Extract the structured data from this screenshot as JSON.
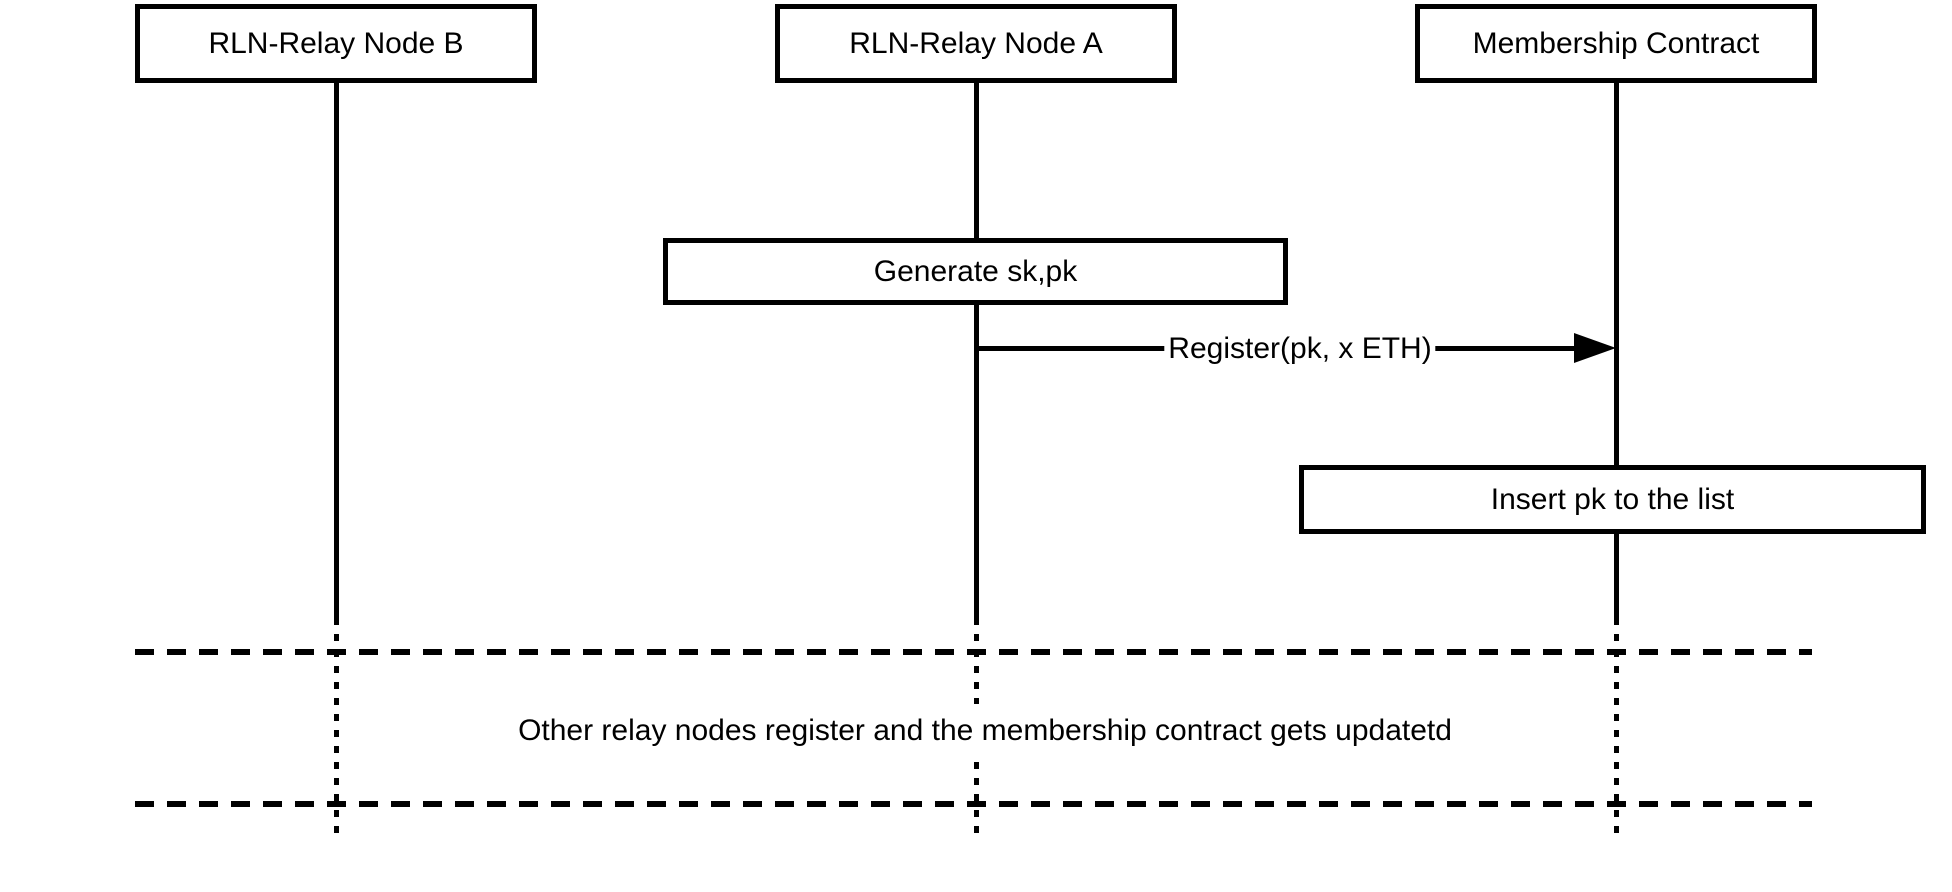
{
  "diagram": {
    "type": "sequence-diagram",
    "colors": {
      "line": "#000000",
      "fill": "#ffffff",
      "text": "#000000",
      "background": "#ffffff"
    },
    "actors": [
      {
        "id": "node-b",
        "label": "RLN-Relay Node B"
      },
      {
        "id": "node-a",
        "label": "RLN-Relay Node A"
      },
      {
        "id": "membership-contract",
        "label": "Membership Contract"
      }
    ],
    "actions": [
      {
        "actor": "node-a",
        "label": "Generate sk,pk"
      },
      {
        "actor": "membership-contract",
        "label": "Insert pk to the list"
      }
    ],
    "messages": [
      {
        "from": "node-a",
        "to": "membership-contract",
        "label": "Register(pk, x ETH)",
        "arrow": "solid-filled-head"
      }
    ],
    "divider": {
      "label": "Other relay nodes register and the membership contract gets updatetd"
    }
  }
}
